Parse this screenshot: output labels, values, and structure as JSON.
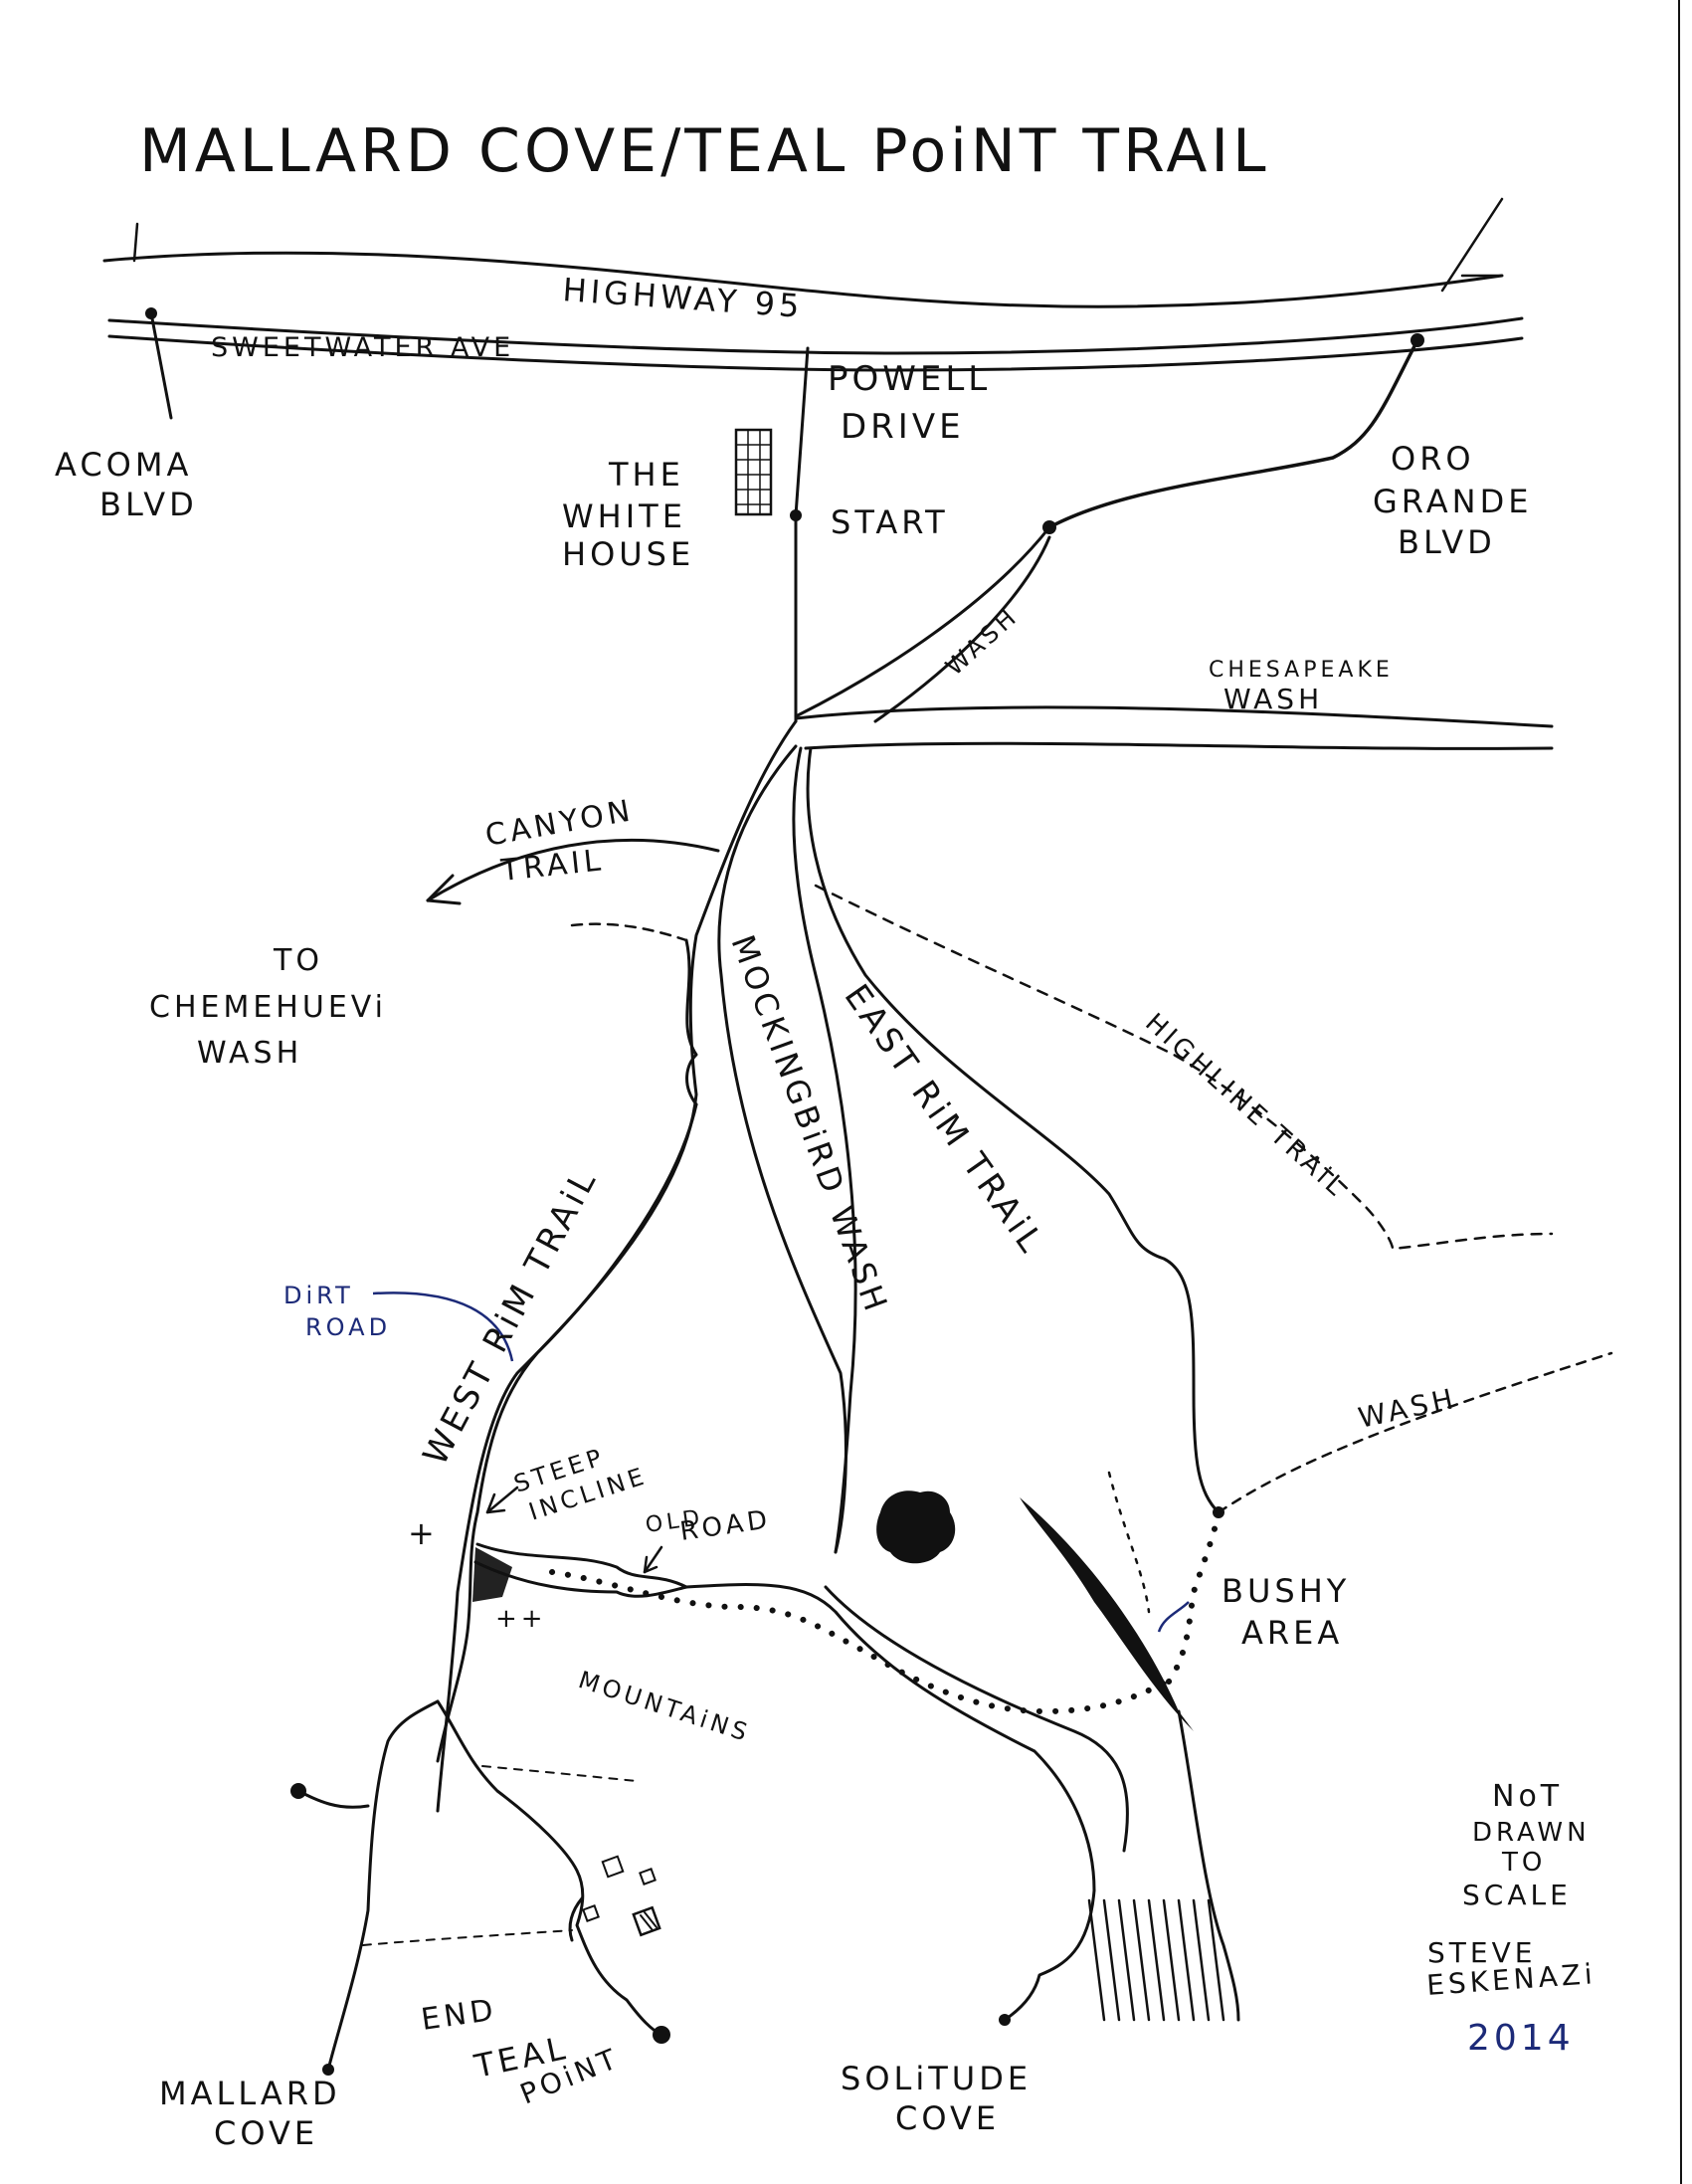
{
  "title": "MALLARD COVE/TEAL PoiNT  TRAIL",
  "roads": {
    "highway": "HIGHWAY 95",
    "sweetwater": "SWEETWATER AVE",
    "acoma": [
      "ACOMA",
      "BLVD"
    ],
    "powell": [
      "POWELL",
      "DRIVE"
    ],
    "oro_grande": [
      "ORO",
      "GRANDE",
      "BLVD"
    ]
  },
  "landmarks": {
    "white_house": [
      "THE",
      "WHITE",
      "HOUSE"
    ],
    "start": "START",
    "wash_small": "WASH",
    "chesapeake": [
      "CHESAPEAKE",
      "WASH"
    ],
    "canyon_trail": [
      "CANYON",
      "TRAIL"
    ],
    "chemehuevi": [
      "TO",
      "CHEMEHUEVi",
      "WASH"
    ],
    "mockingbird": "MOCKINGBiRD WASH",
    "east_rim": "EAST RiM TRAiL",
    "highline": "HIGHLINE TRAiL",
    "west_rim": "WEST RiM TRAiL",
    "dirt_road": [
      "DiRT",
      "ROAD"
    ],
    "steep_incline": [
      "STEEP",
      "INCLINE"
    ],
    "old_road": [
      "OLD",
      "ROAD"
    ],
    "wash_east": "WASH",
    "bushy_area": [
      "BUSHY",
      "AREA"
    ],
    "mountains": "MOUNTAiNS",
    "end": "END"
  },
  "destinations": {
    "mallard_cove": [
      "MALLARD",
      "COVE"
    ],
    "teal_point": [
      "TEAL",
      "POiNT"
    ],
    "solitude_cove": [
      "SOLiTUDE",
      "COVE"
    ]
  },
  "footer": {
    "not_to_scale": [
      "NoT",
      "DRAWN",
      "TO",
      "SCALE"
    ],
    "author": [
      "STEVE",
      "ESKENAZi"
    ],
    "year": "2014"
  },
  "colors": {
    "ink": "#111111",
    "blue_ink": "#1c2a78",
    "paper": "#ffffff"
  }
}
